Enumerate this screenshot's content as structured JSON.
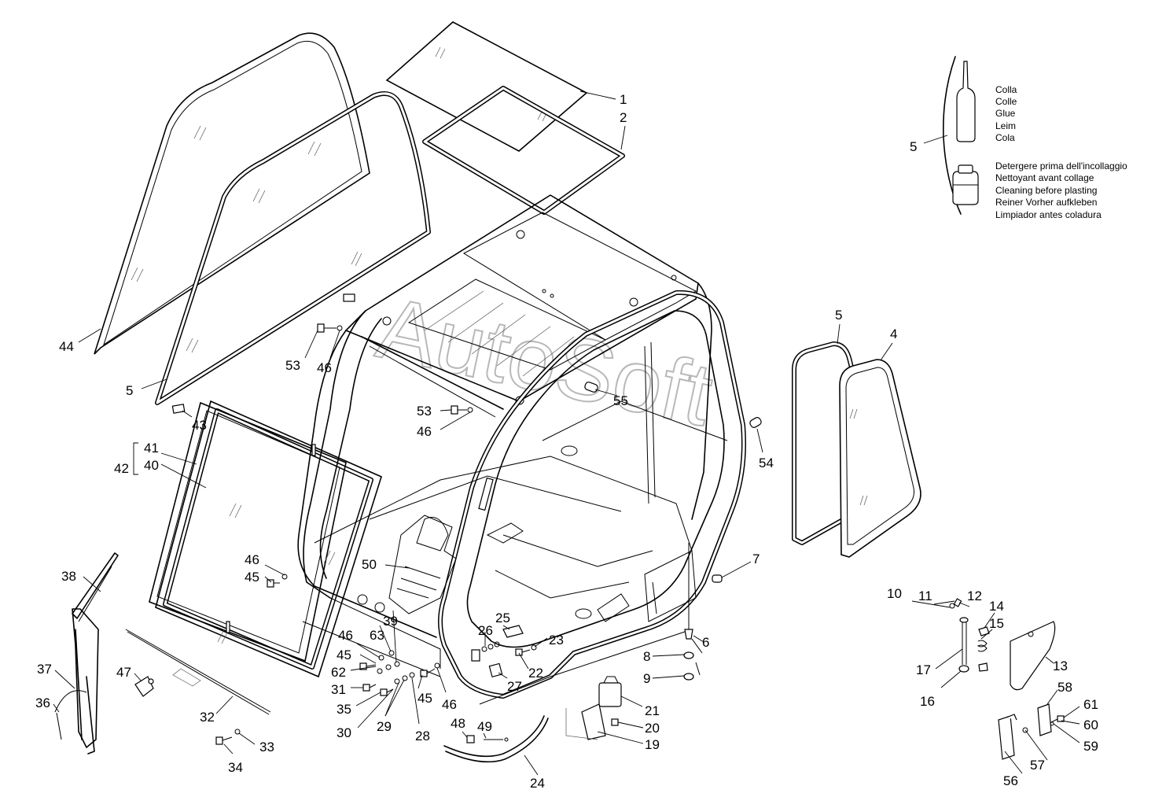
{
  "watermark": "AutoSoft",
  "legend": {
    "ref": "5",
    "glue_lines": [
      "Colla",
      "Colle",
      "Glue",
      "Leim",
      "Cola"
    ],
    "cleaner_lines": [
      "Detergere prima dell'incollaggio",
      "Nettoyant avant collage",
      "Cleaning before plasting",
      "Reiner Vorher aufkleben",
      "Limpiador antes coladura"
    ]
  },
  "callouts": [
    "1",
    "2",
    "44",
    "5",
    "53",
    "46",
    "43",
    "41",
    "40",
    "42",
    "53",
    "46",
    "55",
    "5",
    "4",
    "54",
    "7",
    "46",
    "45",
    "50",
    "38",
    "37",
    "36",
    "47",
    "32",
    "34",
    "33",
    "46",
    "63",
    "39",
    "45",
    "62",
    "31",
    "35",
    "30",
    "29",
    "28",
    "45",
    "46",
    "25",
    "26",
    "23",
    "22",
    "27",
    "8",
    "9",
    "6",
    "21",
    "20",
    "19",
    "48",
    "49",
    "24",
    "11",
    "12",
    "10",
    "14",
    "15",
    "17",
    "16",
    "13",
    "58",
    "61",
    "60",
    "59",
    "57",
    "56"
  ]
}
